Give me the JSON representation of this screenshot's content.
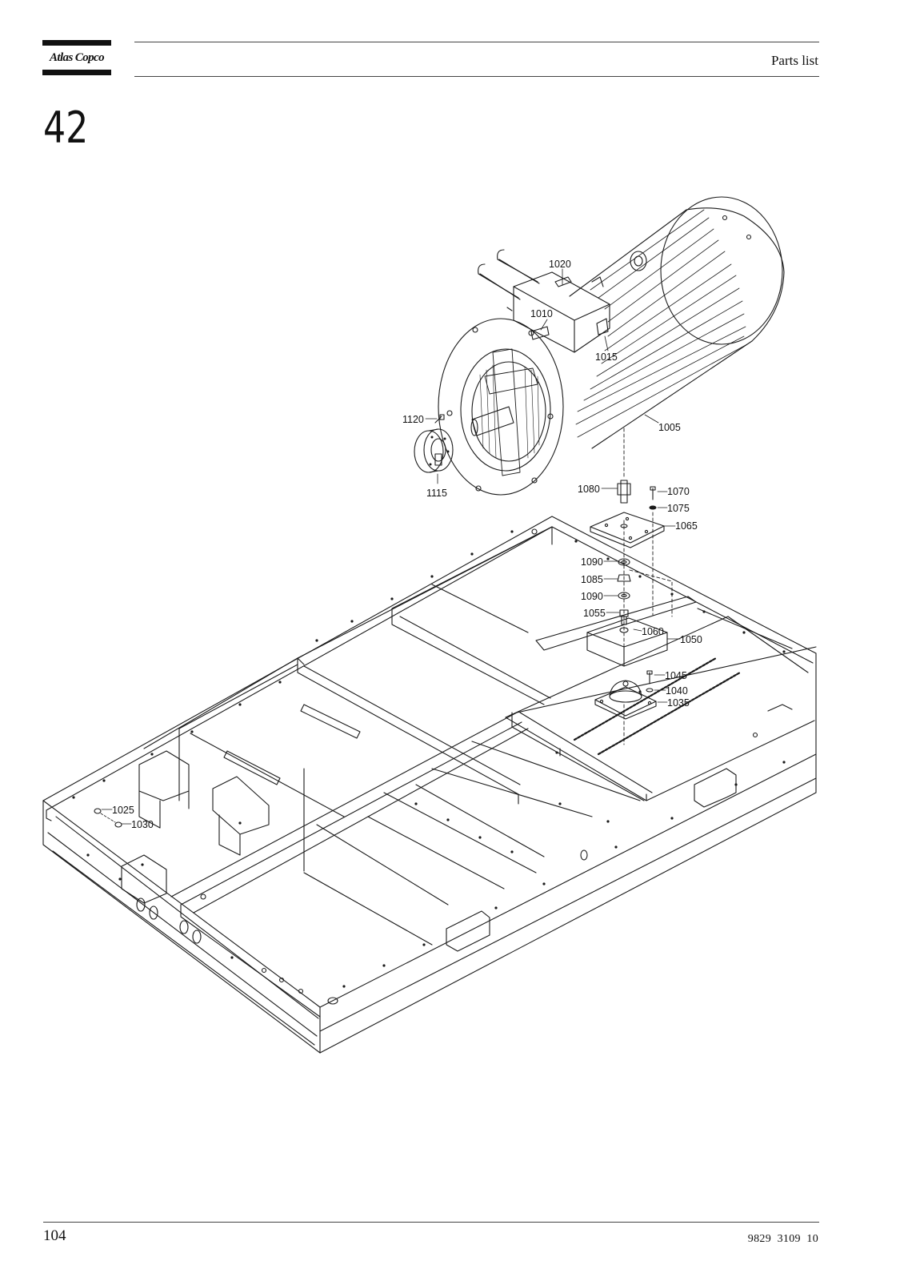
{
  "header": {
    "brand_name": "Atlas Copco",
    "title": "Parts list"
  },
  "section_number": "42",
  "drawing": {
    "callouts": {
      "c1005": "1005",
      "c1010": "1010",
      "c1015": "1015",
      "c1020": "1020",
      "c1025": "1025",
      "c1030": "1030",
      "c1035": "1035",
      "c1040": "1040",
      "c1045": "1045",
      "c1050": "1050",
      "c1055": "1055",
      "c1060": "1060",
      "c1065": "1065",
      "c1070": "1070",
      "c1075": "1075",
      "c1080": "1080",
      "c1085": "1085",
      "c1090a": "1090",
      "c1090b": "1090",
      "c1115": "1115",
      "c1120": "1120"
    }
  },
  "footer": {
    "page_number": "104",
    "document_number": "9829  3109  10"
  }
}
